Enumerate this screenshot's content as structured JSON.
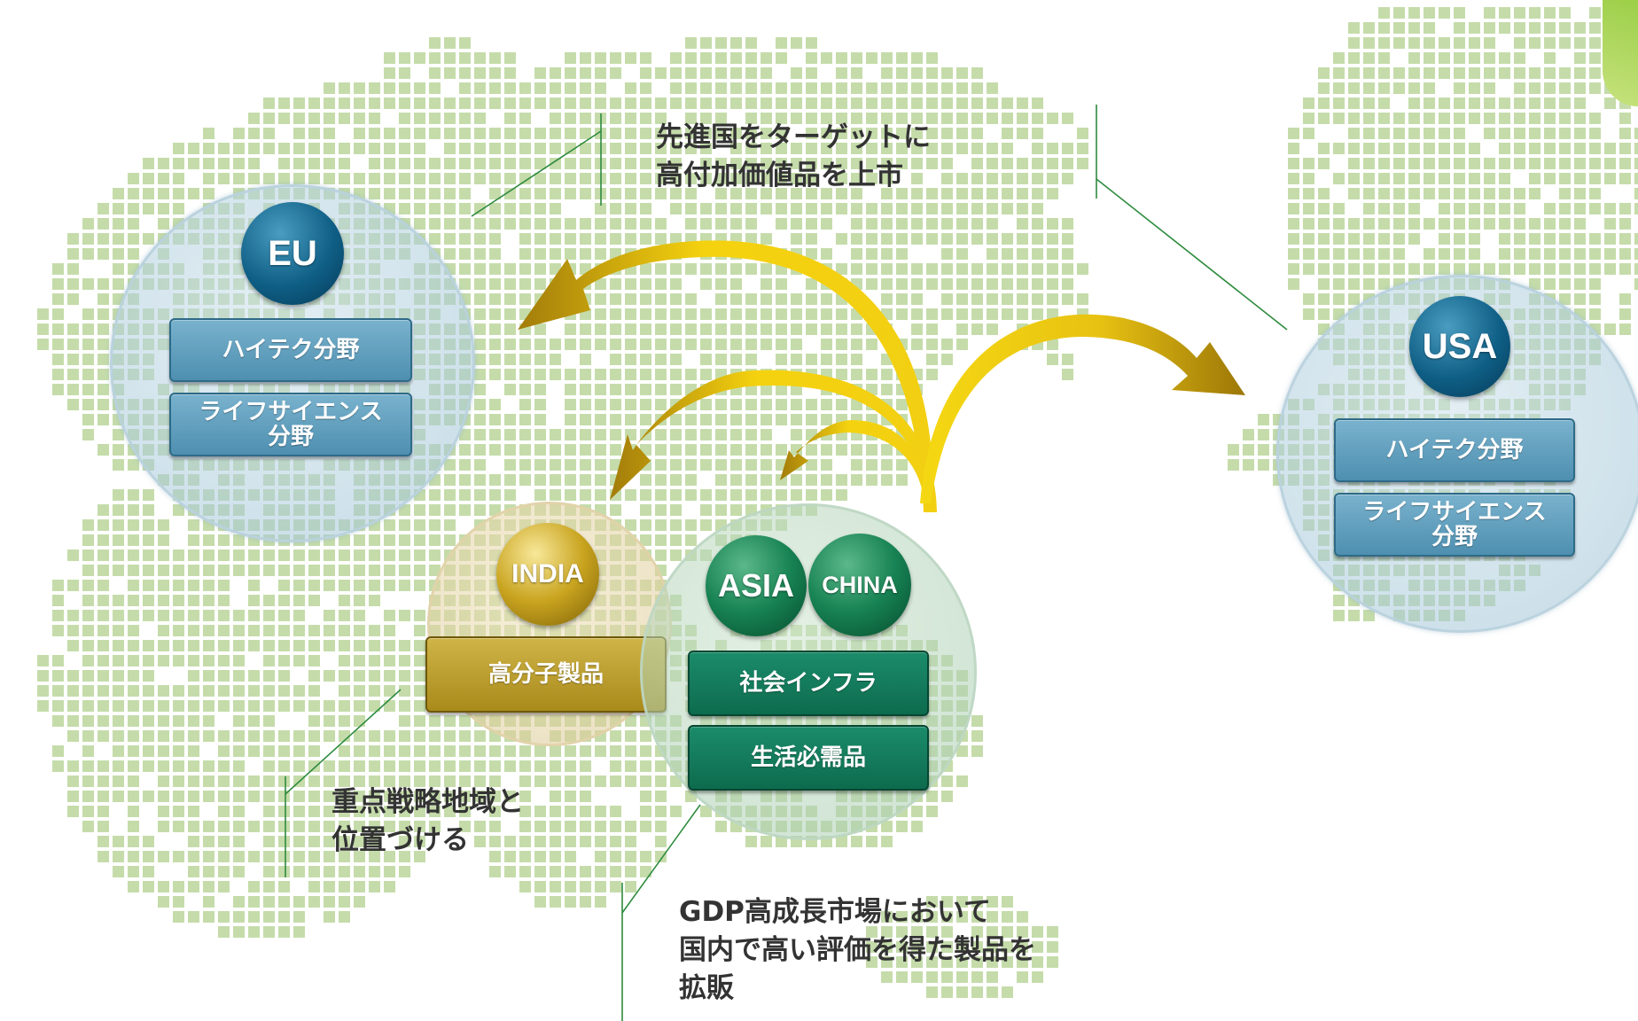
{
  "colors": {
    "map_dot": "#c5dcaa",
    "leader_line": "#2e8b3e",
    "arrow_fill": "#f2cf12",
    "arrow_dark": "#9c7708"
  },
  "notes": {
    "developed": "先進国をターゲットに\n高付加価値品を上市",
    "strategic": "重点戦略地域と\n位置づける",
    "gdp": "GDP高成長市場において\n国内で高い評価を得た製品を\n拡販"
  },
  "regions": {
    "eu": {
      "badge": "EU",
      "items": [
        "ハイテク分野",
        "ライフサイエンス\n分野"
      ]
    },
    "usa": {
      "badge": "USA",
      "items": [
        "ハイテク分野",
        "ライフサイエンス\n分野"
      ]
    },
    "india": {
      "badge": "INDIA",
      "items": [
        "高分子製品"
      ]
    },
    "asia": {
      "badge": "ASIA",
      "items": [
        "社会インフラ",
        "生活必需品"
      ]
    },
    "china": {
      "badge": "CHINA"
    }
  }
}
